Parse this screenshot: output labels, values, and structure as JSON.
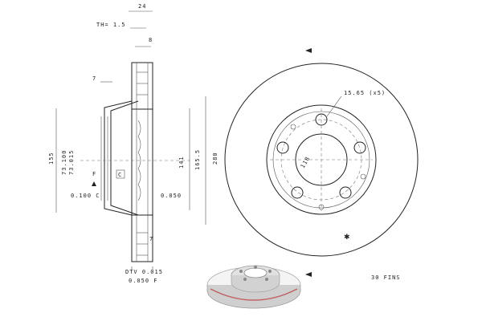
{
  "dimensions": {
    "dim_24": "24",
    "dim_th": "TH= 1.5",
    "dim_8": "8",
    "dim_7_top": "7",
    "dim_155": "155",
    "dim_73_100": "73.100",
    "dim_73_015": "73.015",
    "dim_f": "F",
    "dim_c": "C",
    "dim_0_100_c": "0.100 C",
    "dim_0_050": "0.050",
    "dim_141": "141",
    "dim_165_5": "165.5",
    "dim_280": "280",
    "dim_7_bottom": "7",
    "dim_dtv": "DTV 0.015",
    "dim_0_050_f": "0.050 F",
    "dim_holes": "15.65 (x5)",
    "dim_118": "118",
    "dim_fins": "30 FINS"
  }
}
